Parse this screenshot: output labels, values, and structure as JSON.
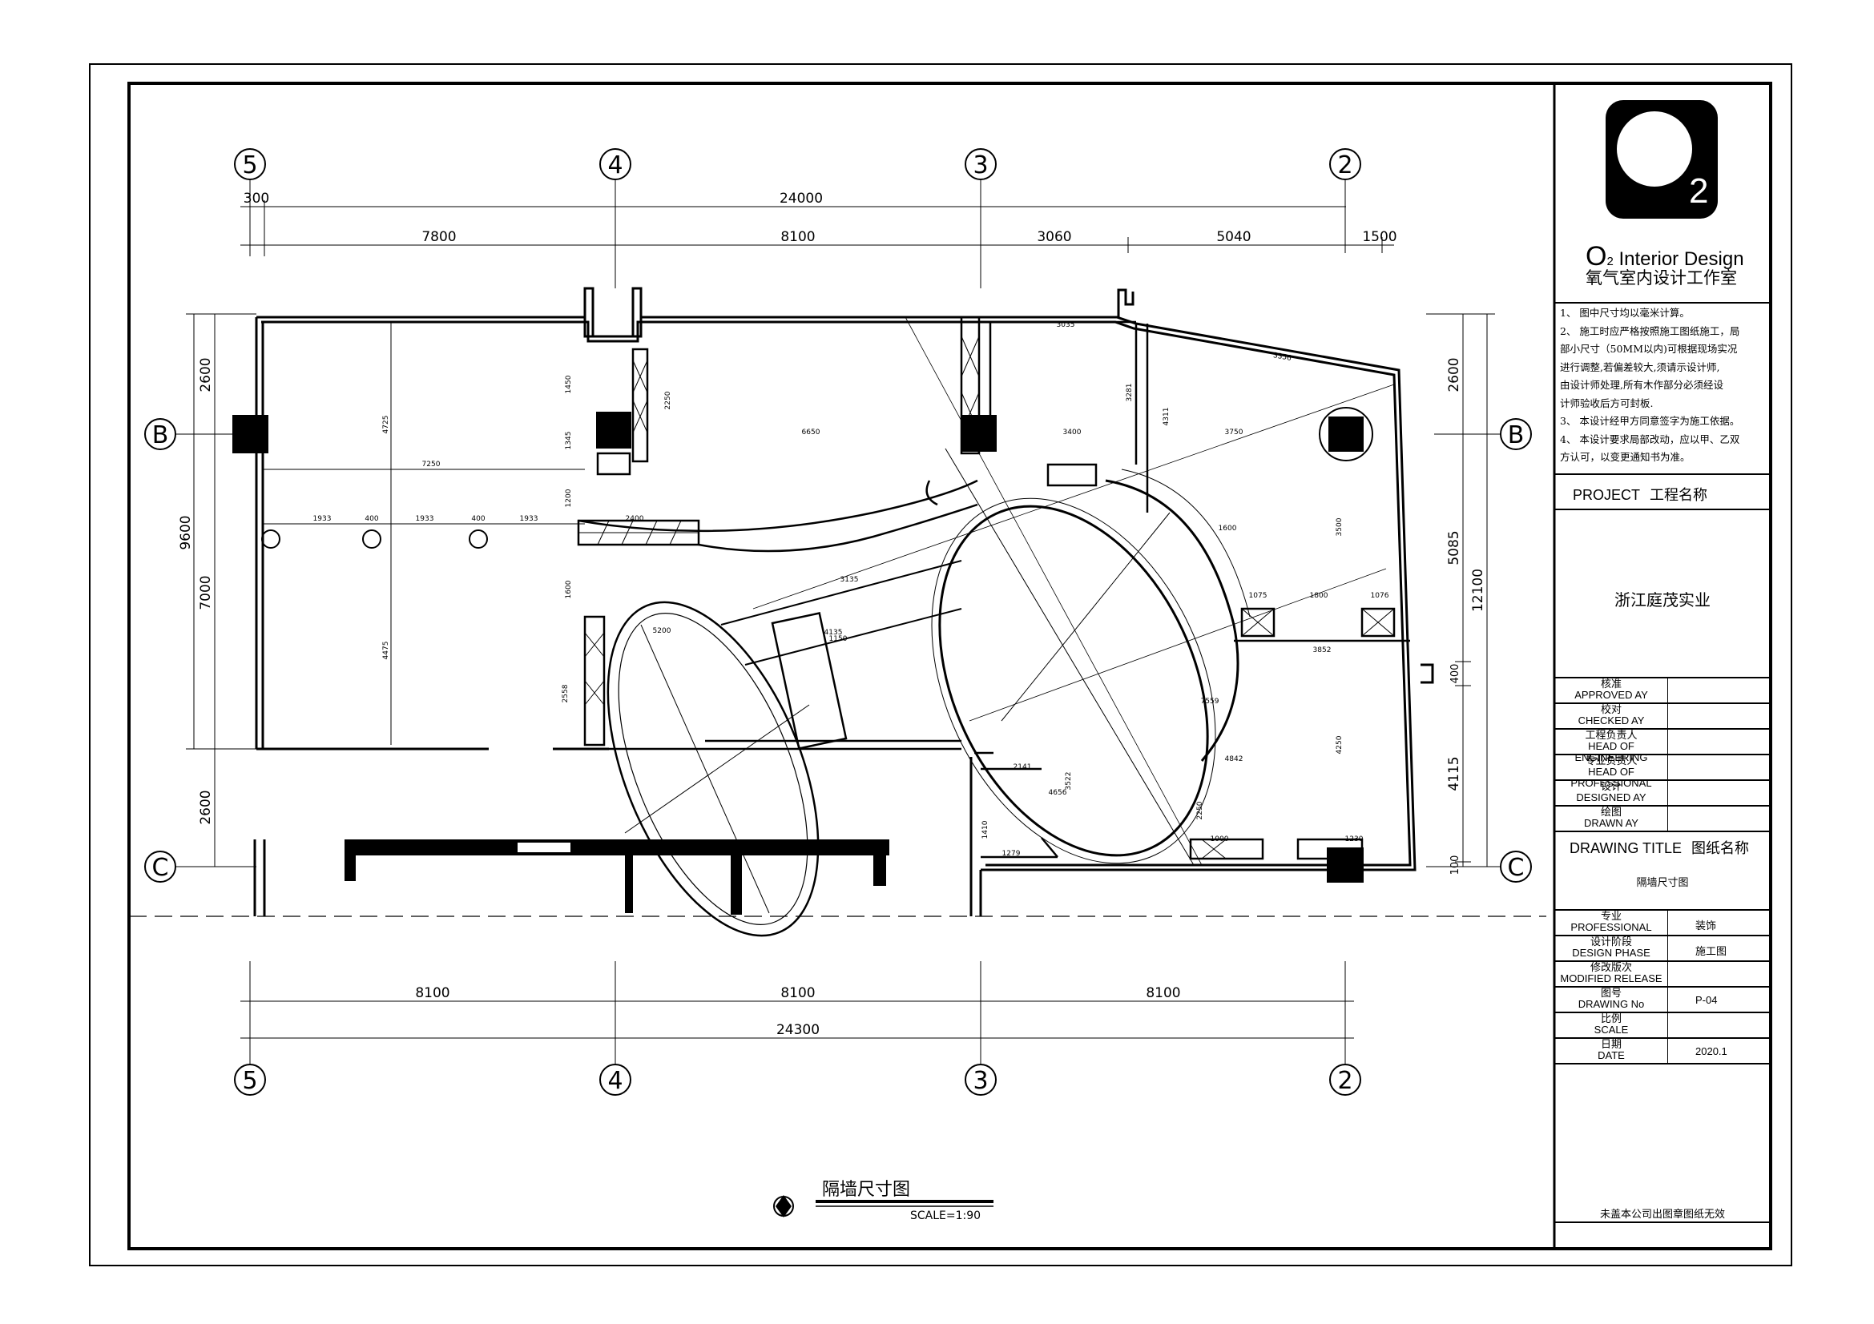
{
  "axes": {
    "columns": [
      "5",
      "4",
      "3",
      "2"
    ],
    "rows": [
      "B",
      "C"
    ]
  },
  "dimensions": {
    "top_total": "24000",
    "top_offset": "300",
    "top_segments": [
      "7800",
      "8100",
      "3060",
      "5040",
      "1500"
    ],
    "bottom_segments": [
      "8100",
      "8100",
      "8100"
    ],
    "bottom_total": "24300",
    "left_total": "9600",
    "left_segments": [
      "2600",
      "7000",
      "2600"
    ],
    "right_segments": [
      "2600",
      "5085",
      "400",
      "4115",
      "100"
    ],
    "right_total": "12100"
  },
  "inner_dims": [
    "6650",
    "3400",
    "3750",
    "7250",
    "1933",
    "400",
    "2400",
    "3135",
    "4135",
    "3035",
    "3281",
    "4311",
    "1450",
    "1345",
    "2250",
    "1200",
    "1600",
    "4475",
    "4725",
    "7559",
    "4842",
    "3852",
    "1075",
    "1800",
    "1076",
    "2141",
    "4656",
    "3522",
    "1000",
    "1230",
    "1279",
    "1410",
    "2250",
    "3500",
    "4250",
    "1600",
    "2558",
    "1150",
    "5200",
    "3356"
  ],
  "drawing": {
    "title": "隔墙尺寸图",
    "scale": "SCALE=1:90"
  },
  "title_block": {
    "logo_letter": "2",
    "studio_en_o": "O",
    "studio_en_sub": "2",
    "studio_en_rest": " Interior Design",
    "studio_cn": "氧气室内设计工作室",
    "notes": [
      "1、 图中尺寸均以毫米计算。",
      "2、 施工时应严格按照施工图纸施工，局",
      "      部小尺寸（50MM以内)可根据现场实况",
      "      进行调整,若偏差较大,须请示设计师,",
      "      由设计师处理,所有木作部分必须经设",
      "      计师验收后方可封板.",
      "3、 本设计经甲方同意签字为施工依据。",
      "4、 本设计要求局部改动，应以甲、乙双",
      "      方认可，以变更通知书为准。"
    ],
    "project_label_en": "PROJECT",
    "project_label_cn": "工程名称",
    "client": "浙江庭茂实业",
    "approvals": [
      {
        "cn": "核准",
        "en": "APPROVED AY"
      },
      {
        "cn": "校对",
        "en": "CHECKED AY"
      },
      {
        "cn": "工程负责人",
        "en": "HEAD OF ENGINEERING"
      },
      {
        "cn": "专业负责人",
        "en": "HEAD OF PROFESSIONAL"
      },
      {
        "cn": "设计",
        "en": "DESIGNED AY"
      },
      {
        "cn": "绘图",
        "en": "DRAWN AY"
      }
    ],
    "drawing_title_en": "DRAWING TITLE",
    "drawing_title_cn": "图纸名称",
    "drawing_name": "隔墙尺寸图",
    "info": [
      {
        "cn": "专业",
        "en": "PROFESSIONAL",
        "value": "装饰"
      },
      {
        "cn": "设计阶段",
        "en": "DESIGN PHASE",
        "value": "施工图"
      },
      {
        "cn": "修改版次",
        "en": "MODIFIED RELEASE",
        "value": ""
      },
      {
        "cn": "图号",
        "en": "DRAWING No",
        "value": "P-04"
      },
      {
        "cn": "比例",
        "en": "SCALE",
        "value": ""
      },
      {
        "cn": "日期",
        "en": "DATE",
        "value": "2020.1"
      }
    ],
    "disclaimer": "未盖本公司出图章图纸无效"
  }
}
